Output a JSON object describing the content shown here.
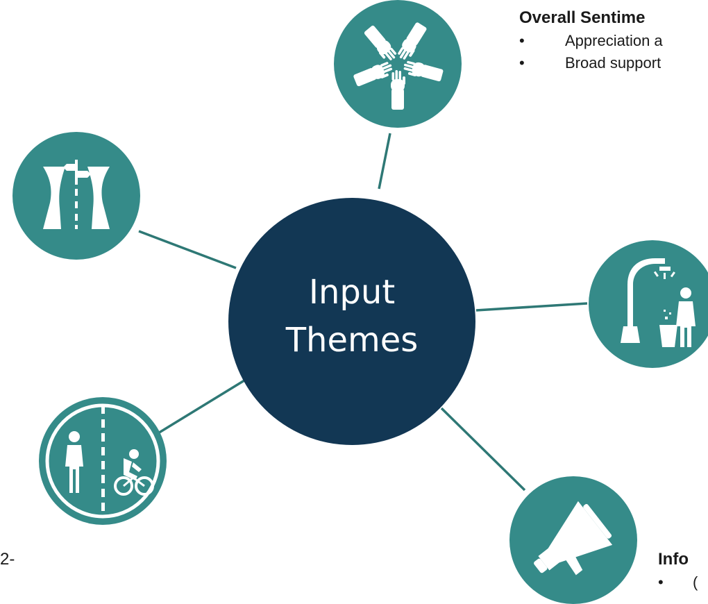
{
  "colors": {
    "center_circle": "#123754",
    "theme_circle": "#358B89",
    "connector": "#2E7875",
    "icon": "#ffffff",
    "text": "#1a1a1a"
  },
  "center": {
    "line1": "Input",
    "line2": "Themes"
  },
  "theme_icons": [
    "hands-together-icon",
    "road-signpost-icon",
    "streetlight-litter-icon",
    "pedestrian-cyclist-lane-icon",
    "megaphone-icon"
  ],
  "sentiment": {
    "heading": "Overall Sentime",
    "bullets": [
      "Appreciation a",
      "Broad support"
    ]
  },
  "info": {
    "heading": "Info",
    "bullets": [
      "("
    ]
  },
  "slide_number": "2-"
}
